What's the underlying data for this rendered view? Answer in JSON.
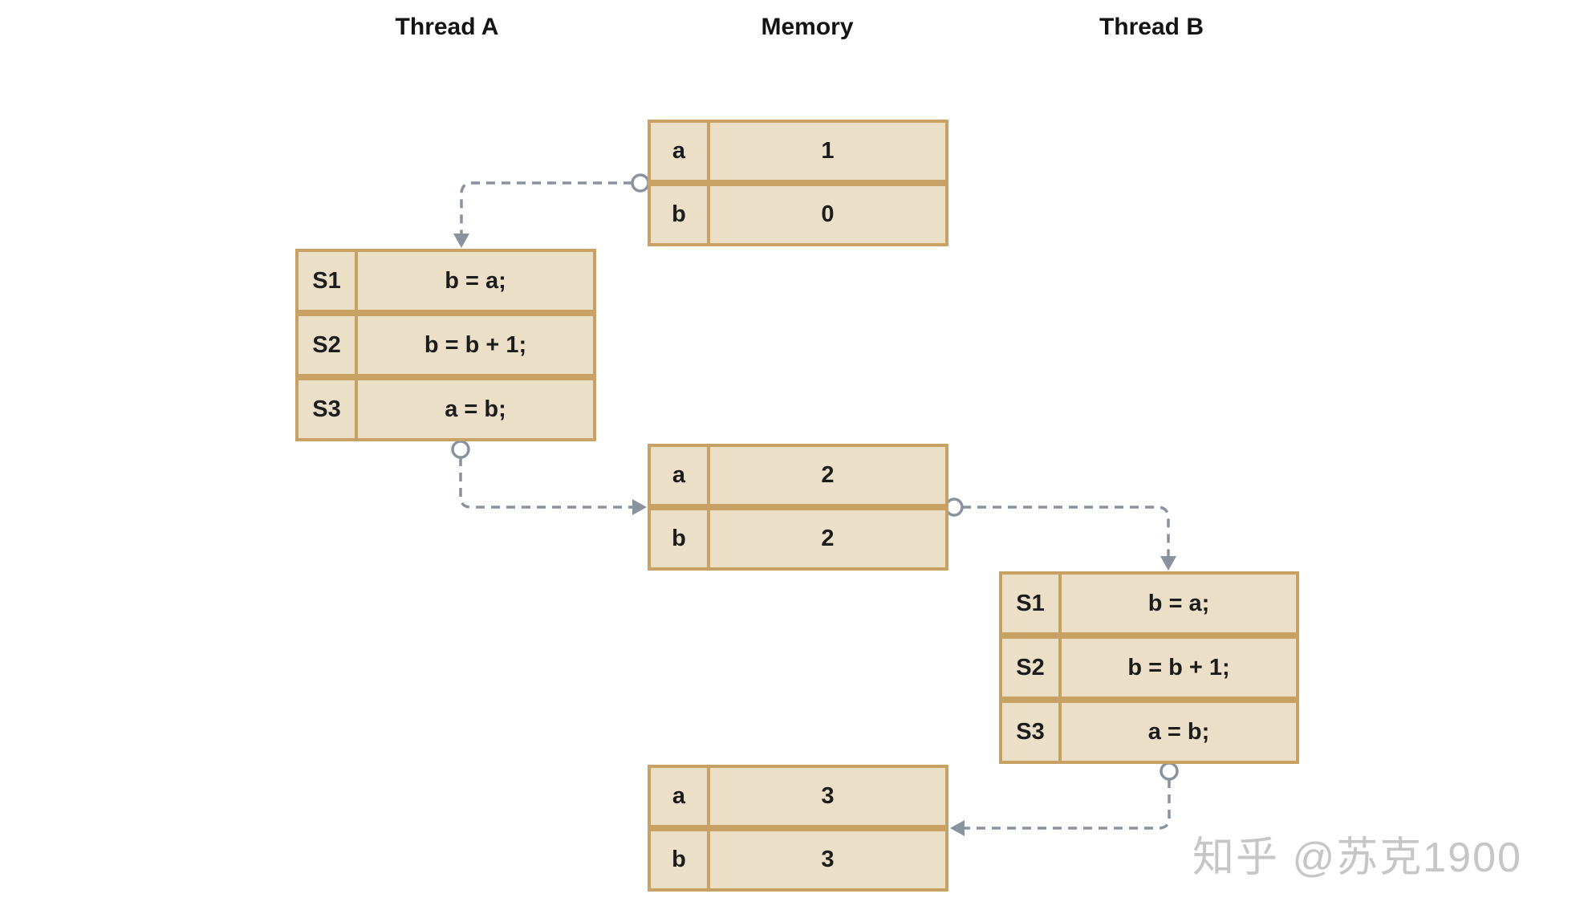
{
  "headers": {
    "thread_a": "Thread A",
    "memory": "Memory",
    "thread_b": "Thread B"
  },
  "boxes": {
    "mem1": {
      "rows": [
        {
          "label": "a",
          "value": "1"
        },
        {
          "label": "b",
          "value": "0"
        }
      ]
    },
    "threadA": {
      "rows": [
        {
          "label": "S1",
          "value": "b = a;"
        },
        {
          "label": "S2",
          "value": "b = b + 1;"
        },
        {
          "label": "S3",
          "value": "a = b;"
        }
      ]
    },
    "mem2": {
      "rows": [
        {
          "label": "a",
          "value": "2"
        },
        {
          "label": "b",
          "value": "2"
        }
      ]
    },
    "threadB": {
      "rows": [
        {
          "label": "S1",
          "value": "b = a;"
        },
        {
          "label": "S2",
          "value": "b = b + 1;"
        },
        {
          "label": "S3",
          "value": "a = b;"
        }
      ]
    },
    "mem3": {
      "rows": [
        {
          "label": "a",
          "value": "3"
        },
        {
          "label": "b",
          "value": "3"
        }
      ]
    }
  },
  "flow": [
    {
      "from": "memory-state-1",
      "to": "thread-a-block"
    },
    {
      "from": "thread-a-block",
      "to": "memory-state-2"
    },
    {
      "from": "memory-state-2",
      "to": "thread-b-block"
    },
    {
      "from": "thread-b-block",
      "to": "memory-state-3"
    }
  ],
  "watermark": "知乎 @苏克1900",
  "colors": {
    "box_fill": "#ecdfc8",
    "box_border": "#c8a164",
    "connector": "#8a929e",
    "text": "#1c1c1c",
    "header_text": "#141414",
    "watermark": "#c6c6c6",
    "background": "#ffffff"
  }
}
